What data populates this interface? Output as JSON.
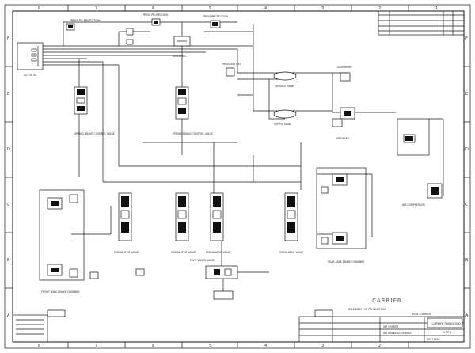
{
  "zones_top": [
    "8",
    "7",
    "6",
    "5",
    "4",
    "3",
    "2",
    "1"
  ],
  "zones_side": [
    "F",
    "E",
    "D",
    "C",
    "B",
    "A"
  ],
  "components": {
    "airtank_label": "A/C ON SS",
    "protection_valve_left": "PRESSURE PROTECTION",
    "protection_valve_top": "PRESS PROTECTION",
    "quick_release": "QUICK REL.",
    "relay_left": "SPRING BRAKE CONTROL VALVE",
    "relay_mid": "SPRING BRAKE CONTROL VALVE",
    "tank_left": "SUPPLY TANK",
    "tank_mid": "SERVICE TANK",
    "pressure_switch": "PRESS SWITCH",
    "air_dryer": "AIR DRYER",
    "modulator_1": "MODULATOR VALVE",
    "modulator_2": "MODULATOR VALVE",
    "modulator_3": "MODULATOR VALVE",
    "modulator_4": "MODULATOR VALVE",
    "front_chamber": "FRONT AXLE BRAKE CHAMBER",
    "rear_chamber": "REAR AXLE BRAKE CHAMBER",
    "foot_valve": "FOOT BRAKE VALVE",
    "compressor": "AIR COMPRESSOR",
    "governor": "GOVERNOR"
  },
  "watermark": "CARRIER",
  "title_block": {
    "company": "CARRIER TRANSICOLD",
    "title_line1": "AIR SYSTEM",
    "title_line2": "AIR BRAKE SCHEMATIC",
    "sheet": "1 OF 1",
    "drawing_no": "62-11000",
    "release_note": "RELEASED FOR PRODUCTION",
    "hi_current": "HIGH CURRENT"
  }
}
